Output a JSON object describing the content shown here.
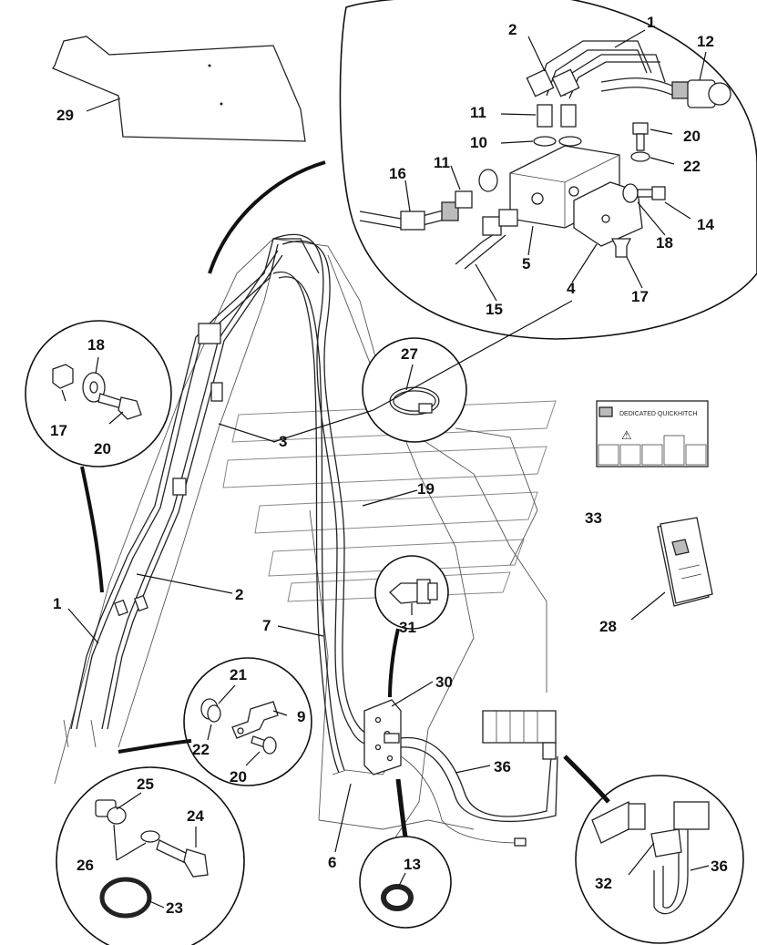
{
  "figure": {
    "callouts": [
      "1",
      "2",
      "3",
      "4",
      "5",
      "6",
      "7",
      "9",
      "10",
      "11",
      "12",
      "13",
      "14",
      "15",
      "16",
      "17",
      "18",
      "19",
      "20",
      "21",
      "22",
      "23",
      "24",
      "25",
      "26",
      "27",
      "28",
      "29",
      "30",
      "31",
      "32",
      "33",
      "36"
    ],
    "decal_title": "DEDICATED QUICKHITCH",
    "decal_warning_symbol": "⚠"
  }
}
